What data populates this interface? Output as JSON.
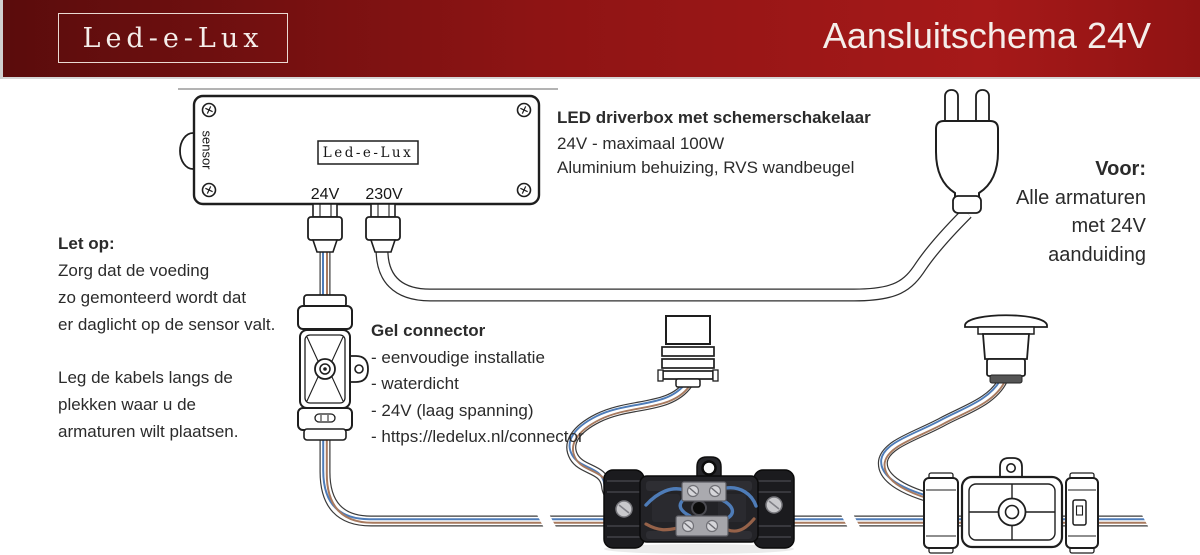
{
  "header": {
    "logo": "Led-e-Lux",
    "title": "Aansluitschema 24V"
  },
  "driverbox": {
    "sensor_label": "sensor",
    "device_logo": "Led-e-Lux",
    "port_24v": "24V",
    "port_230v": "230V",
    "heading": "LED driverbox met schemerschakelaar",
    "spec1": "24V - maximaal 100W",
    "spec2": "Aluminium behuizing, RVS wandbeugel"
  },
  "note": {
    "heading": "Let op:",
    "p1": [
      "Zorg dat de voeding",
      "zo gemonteerd wordt dat",
      "er daglicht op de sensor valt."
    ],
    "p2": [
      "Leg de kabels langs de",
      "plekken waar u de",
      "armaturen wilt plaatsen."
    ]
  },
  "gel": {
    "heading": "Gel connector",
    "items": [
      "- eenvoudige installatie",
      "- waterdicht",
      "- 24V (laag spanning)",
      "- https://ledelux.nl/connector"
    ]
  },
  "target": {
    "heading": "Voor:",
    "lines": [
      "Alle armaturen",
      "met 24V",
      "aanduiding"
    ]
  },
  "colors": {
    "banner_left": "#5a0c0c",
    "banner_mid": "#8e1414",
    "banner_right": "#a61919",
    "banner_edge_right": "#901313",
    "banner_text": "#f5eeea",
    "ink": "#1e1e1e",
    "text": "#2b2b2b",
    "cable_outline": "#3a3a3a",
    "wire_blue": "#4e7cb8",
    "wire_brown": "#a87a5f",
    "junction_dark": "#232327",
    "metal": "#aaaaaf"
  }
}
